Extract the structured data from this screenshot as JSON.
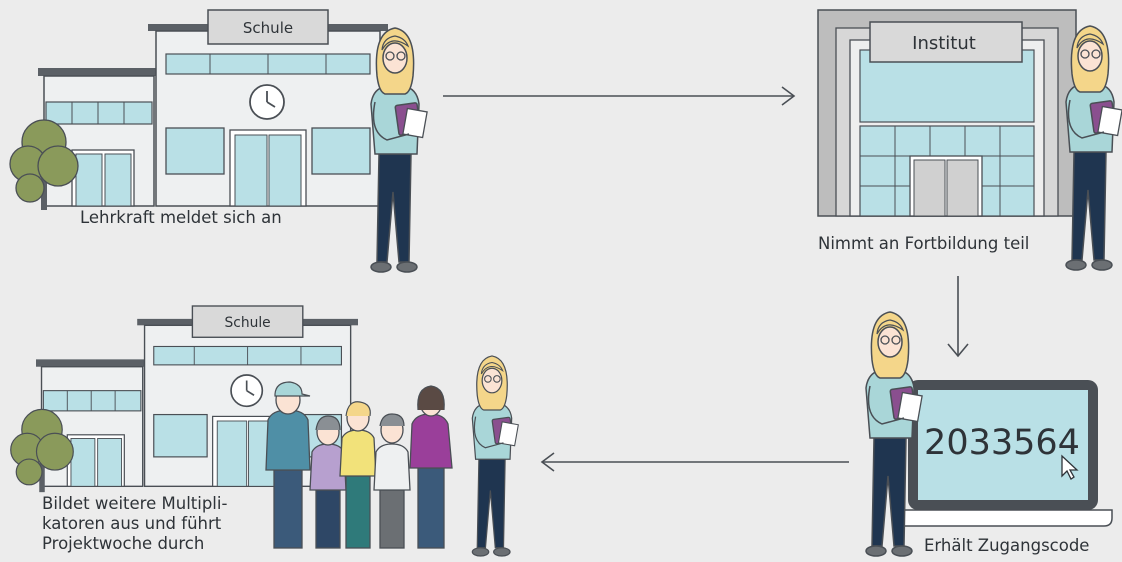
{
  "steps": {
    "register": {
      "building_sign": "Schule",
      "caption": "Lehrkraft meldet sich an"
    },
    "training": {
      "building_sign": "Institut",
      "caption": "Nimmt an Fortbildung teil"
    },
    "code": {
      "screen_code": "2033564",
      "caption": "Erhält Zugangscode"
    },
    "multiply": {
      "building_sign": "Schule",
      "caption_lines": [
        "Bildet weitere Multipli-",
        "katoren aus und führt",
        "Projektwoche durch"
      ]
    }
  },
  "colors": {
    "background": "#ececec",
    "outline": "#4a4f55",
    "building_fill": "#eef0f1",
    "window": "#b9e0e6",
    "sign": "#d9d9d9",
    "institute_frame": "#bdbdbd",
    "teacher_hair": "#f4d68a",
    "teacher_top": "#a9d6d8",
    "teacher_pants": "#1f3550",
    "folder": "#8a4f8f",
    "tree": "#8a9a5b",
    "laptop_body": "#4a4f55",
    "laptop_screen": "#b9e0e6"
  },
  "icons": [
    "clock-icon",
    "cursor-icon",
    "arrow-right-icon",
    "arrow-down-icon",
    "arrow-left-icon",
    "tree-icon"
  ]
}
